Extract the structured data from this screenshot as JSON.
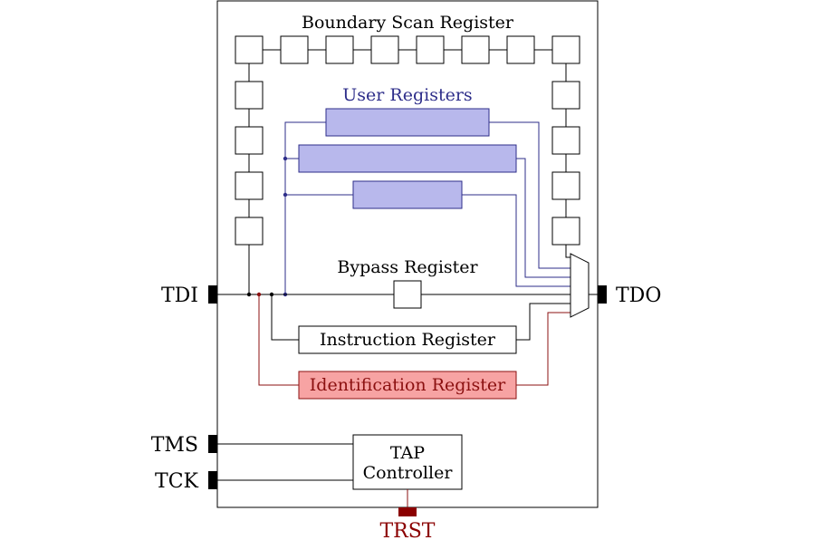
{
  "title": "Boundary Scan Register",
  "user_registers_label": "User Registers",
  "bypass_label": "Bypass Register",
  "instruction_label": "Instruction Register",
  "identification_label": "Identification Register",
  "tap_controller": {
    "line1": "TAP",
    "line2": "Controller"
  },
  "pins": {
    "tdi": "TDI",
    "tdo": "TDO",
    "tms": "TMS",
    "tck": "TCK",
    "trst": "TRST"
  },
  "colors": {
    "outline": "#000000",
    "user_register_fill": "#b8b8ec",
    "user_register_wire": "#2e2e8a",
    "identification_fill": "#f7a3a3",
    "identification_wire": "#8b1010",
    "trst_pin": "#8b0000"
  }
}
